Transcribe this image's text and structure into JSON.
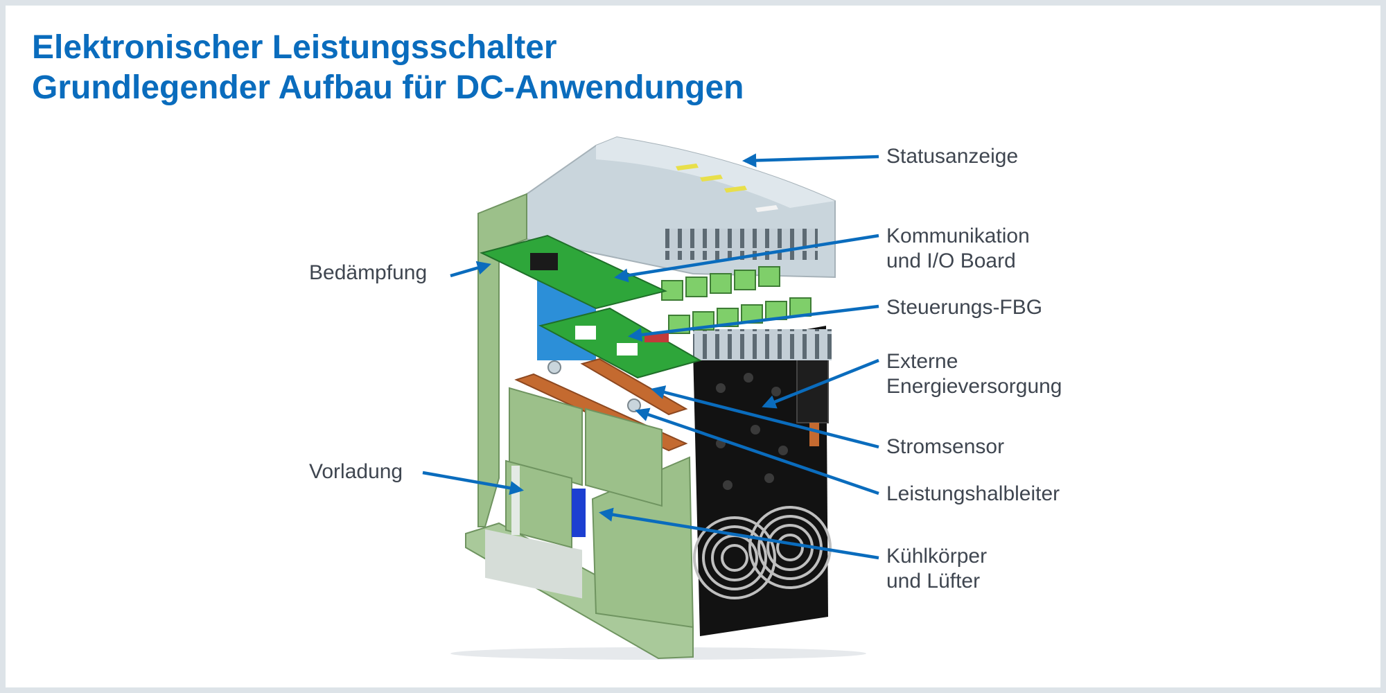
{
  "title": {
    "line1": "Elektronischer Leistungsschalter",
    "line2": "Grundlegender Aufbau für DC-Anwendungen"
  },
  "labels": {
    "statusanzeige": "Statusanzeige",
    "kommunikation": {
      "line1": "Kommunikation",
      "line2": "und I/O Board"
    },
    "steuerung": "Steuerungs-FBG",
    "energie": {
      "line1": "Externe",
      "line2": "Energieversorgung"
    },
    "stromsensor": "Stromsensor",
    "leistungshalbleiter": "Leistungshalbleiter",
    "kuehlkoerper": {
      "line1": "Kühlkörper",
      "line2": "und Lüfter"
    },
    "bedaempfung": "Bedämpfung",
    "vorladung": "Vorladung"
  },
  "colors": {
    "accent": "#0a6cbd",
    "label_text": "#3f4650",
    "housing_green": "#9cc08a",
    "pcb_green": "#2ea63a",
    "copper": "#c46a30",
    "heatsink": "#121212",
    "cover_grey": "#c9d5dc"
  }
}
